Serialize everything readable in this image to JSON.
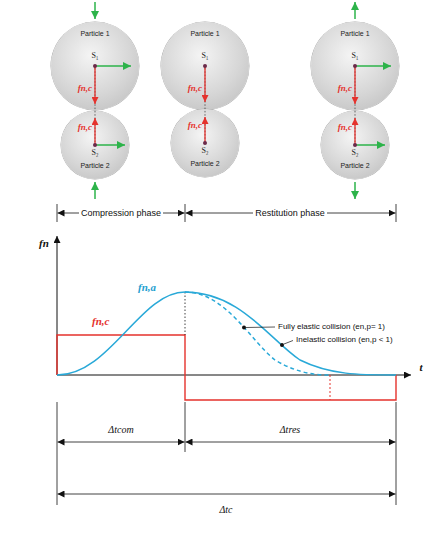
{
  "diagram": {
    "nodes": [
      {
        "text": [
          "Particle 1",
          "S₁",
          "fn,c"
        ]
      },
      {
        "text": [
          "Particle 2",
          "S₂",
          "fn,c"
        ]
      },
      {
        "text": [
          "Particle 1",
          "S₁",
          "fn,c"
        ]
      },
      {
        "text": [
          "Particle 2",
          "S₂",
          "fn,c"
        ]
      },
      {
        "text": [
          "Particle 1",
          "S₁",
          "fn,c"
        ]
      },
      {
        "text": [
          "Particle 2",
          "S₂",
          "fn,c"
        ]
      }
    ],
    "labels": [
      "Compression phase",
      "Restitution phase",
      "fn",
      "t",
      "fn,a",
      "Fully elastic collision (en,p= 1)",
      "Inelastic collision (en,p < 1)",
      "fn,c",
      "Δtcom",
      "Δtres",
      "Δtc"
    ]
  }
}
